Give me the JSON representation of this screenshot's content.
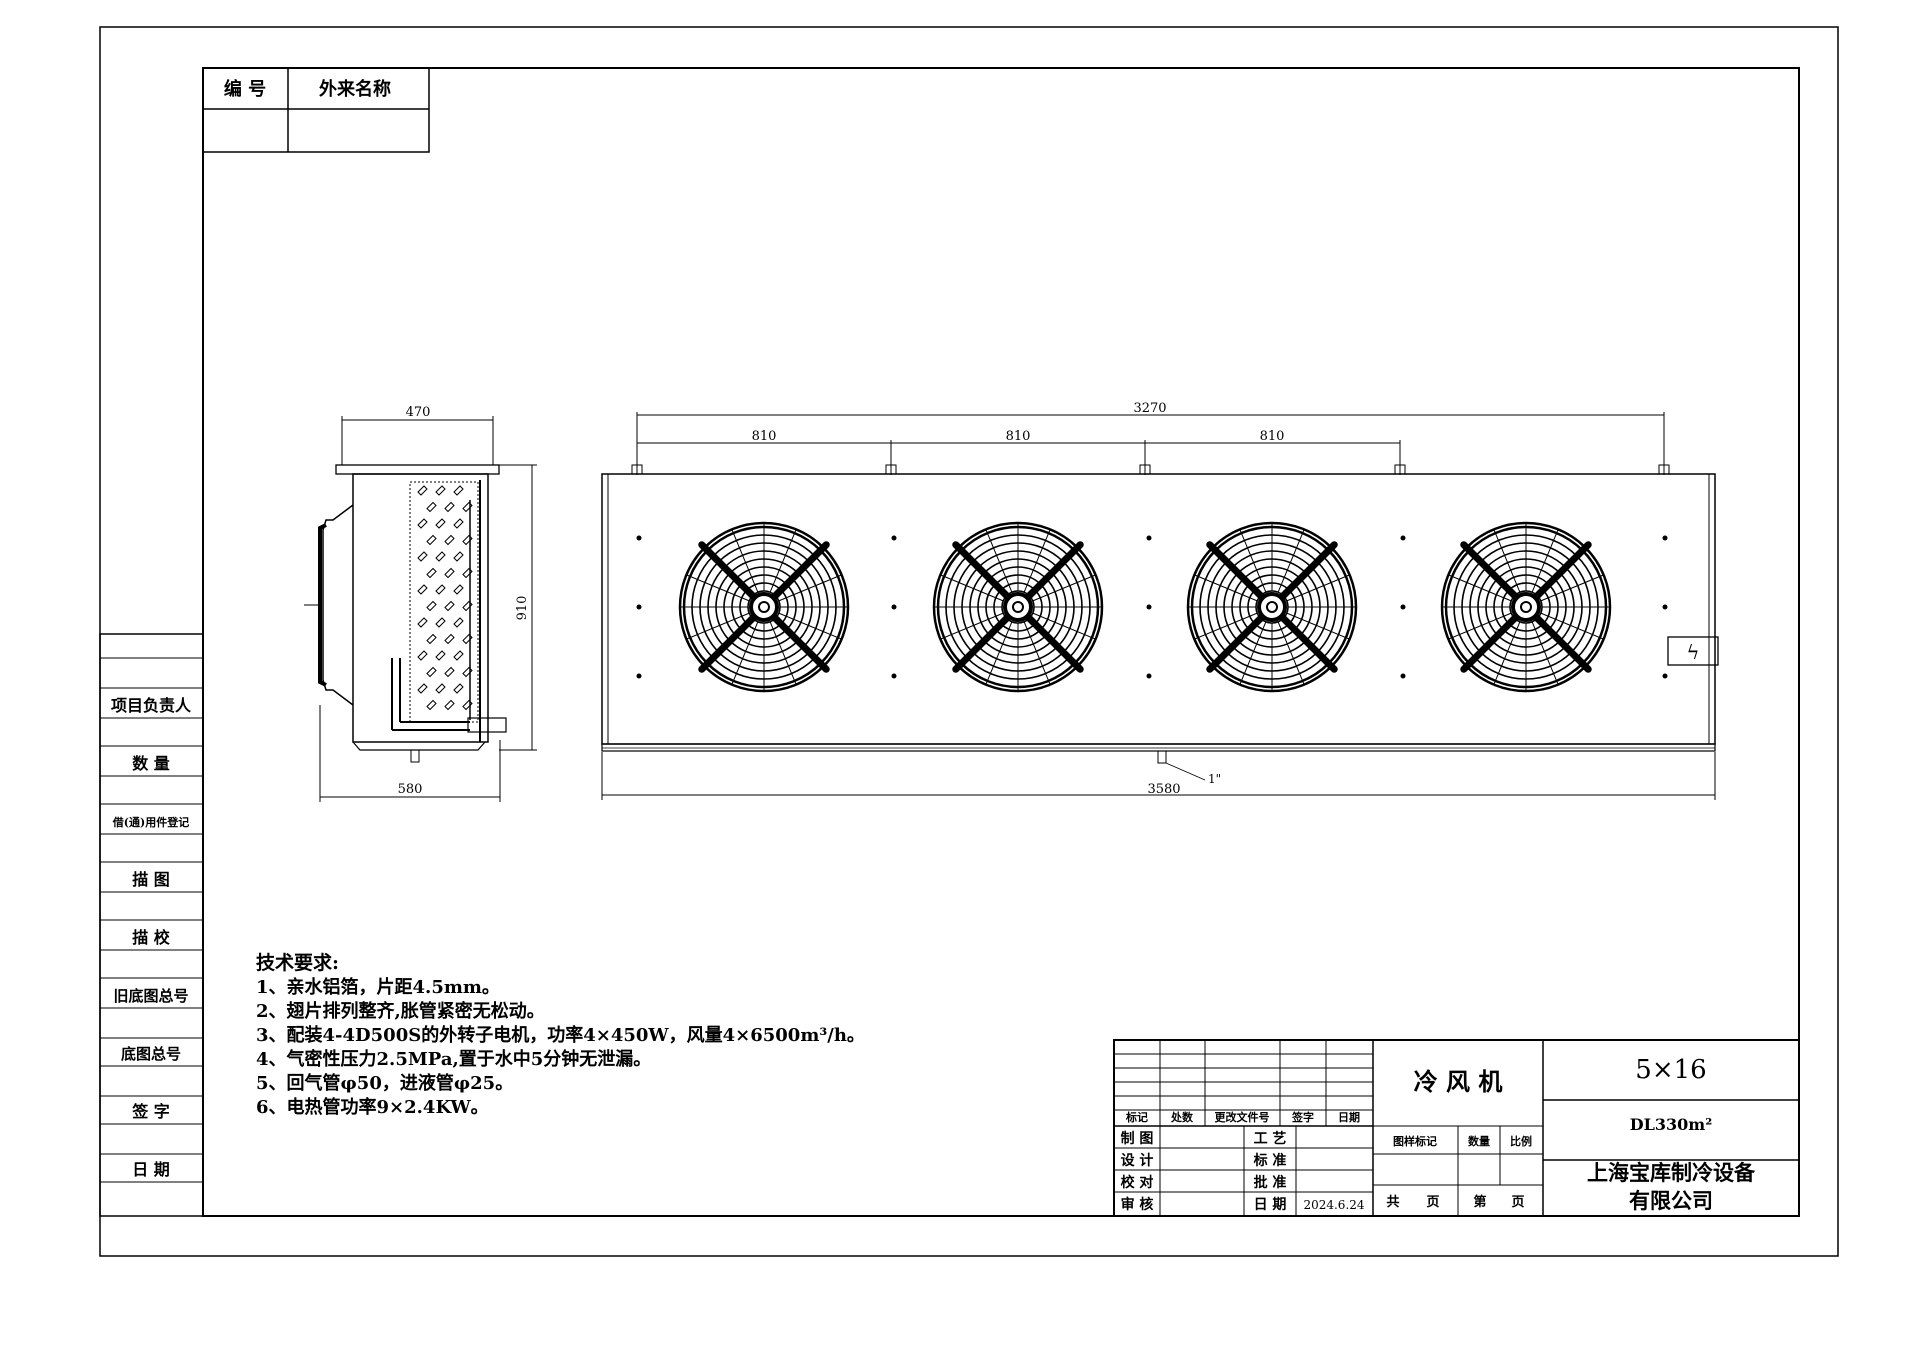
{
  "top_table": {
    "col1_header": "编 号",
    "col2_header": "外来名称"
  },
  "side_labels": [
    "项目负责人",
    "数 量",
    "借(通)用件登记",
    "描 图",
    "描 校",
    "旧底图总号",
    "底图总号",
    "签 字",
    "日 期"
  ],
  "dimensions": {
    "side_top_width": "470",
    "side_height": "910",
    "side_bottom_width": "580",
    "front_total_top": "3270",
    "front_segment": [
      "810",
      "810",
      "810"
    ],
    "front_total_bottom": "3580",
    "drain_size": "1\""
  },
  "tech_requirements": {
    "title": "技术要求:",
    "items": [
      "1、亲水铝箔，片距4.5mm。",
      "2、翅片排列整齐,胀管紧密无松动。",
      "3、配装4-4D500S的外转子电机，功率4×450W，风量4×6500m³/h。",
      "4、气密性压力2.5MPa,置于水中5分钟无泄漏。",
      "5、回气管φ50，进液管φ25。",
      "6、电热管功率9×2.4KW。"
    ]
  },
  "title_block": {
    "rev_headers": [
      "标记",
      "处数",
      "更改文件号",
      "签字",
      "日期"
    ],
    "left_rows": [
      {
        "label": "制 图",
        "label2": "工 艺",
        "value2": ""
      },
      {
        "label": "设 计",
        "label2": "标 准",
        "value2": ""
      },
      {
        "label": "校 对",
        "label2": "批 准",
        "value2": ""
      },
      {
        "label": "审 核",
        "label2": "日 期",
        "value2": "2024.6.24"
      }
    ],
    "product_name": "冷 风 机",
    "spec": "5×16",
    "model": "DL330m²",
    "sub_headers": [
      "图样标记",
      "数量",
      "比例"
    ],
    "page_labels": [
      "共",
      "页",
      "第",
      "页"
    ],
    "company_line1": "上海宝库制冷设备",
    "company_line2": "有限公司"
  },
  "fan_count": 4,
  "electric_symbol": "ϟ"
}
